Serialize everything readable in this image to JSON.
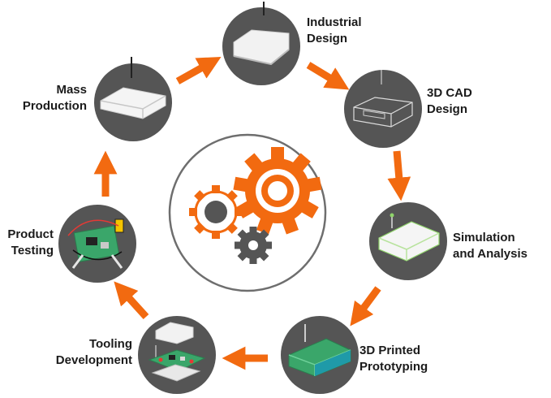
{
  "stages": [
    {
      "id": "industrial-design",
      "label": "Industrial\nDesign",
      "device": "router-textured"
    },
    {
      "id": "3d-cad-design",
      "label": "3D CAD\nDesign",
      "device": "router-wireframe"
    },
    {
      "id": "simulation-analysis",
      "label": "Simulation\nand Analysis",
      "device": "router-simulation"
    },
    {
      "id": "3d-printed-prototyping",
      "label": "3D Printed\nPrototyping",
      "device": "router-printed-green"
    },
    {
      "id": "tooling-development",
      "label": "Tooling\nDevelopment",
      "device": "router-exploded-pcb"
    },
    {
      "id": "product-testing",
      "label": "Product\nTesting",
      "device": "pcb-with-multimeter"
    },
    {
      "id": "mass-production",
      "label": "Mass\nProduction",
      "device": "router-white"
    }
  ],
  "center": {
    "icon": "gears-icon"
  },
  "colors": {
    "accent": "#f26a10",
    "circle": "#555555",
    "ring": "#6e6e6e",
    "text": "#1b1b1b"
  }
}
